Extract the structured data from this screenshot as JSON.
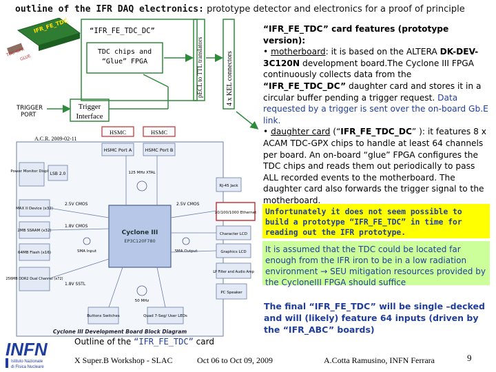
{
  "title": {
    "bold": "outline of the IFR DAQ electronics:",
    "rest": " prototype detector and electronics for a proof of principle"
  },
  "diagram": {
    "card_label": "“IFR_FE_TDC_DC”",
    "tdc_chips_line1": "TDC chips and",
    "tdc_chips_line2": "“Glue” FPGA",
    "ecl_ttl": "pECL to TTL translators",
    "kel": "4 x KEL connectors",
    "trigger_port_line1": "TRIGGER",
    "trigger_port_line2": "PORT",
    "trigger_if_line1": "Trigger",
    "trigger_if_line2": "Interface",
    "acr_date": "A.C.R. 2009-02-11",
    "hsmc_a": "HSMC",
    "hsmc_b": "HSMC",
    "hsmc_port_a": "HSMC Port A",
    "hsmc_port_b": "HSMC Port B",
    "power_monitor": "Power Monitor Display",
    "lsb": "LSB 2.0",
    "xtal": "125 MHz XTAL",
    "rj45": "RJ-45 Jack",
    "max2": "MAX II Device (x32)",
    "v25": "2.5V CMOS",
    "phy": "10/100/1000 Ethernet",
    "ssram": "2MB SSRAM (x32)",
    "v18": "1.8V CMOS",
    "cyclone": "Cyclone III",
    "cyclone_part": "EP3C120F780",
    "char_lcd": "Character LCD",
    "uflash": "64MB Flash (x16)",
    "sma_input": "SMA Input",
    "sma_output": "SMA Output",
    "ddr2": "256MB DDR2 Dual Channel (x72)",
    "v18sstl": "1.8V SSTL",
    "graphics_lcd": "Graphics LCD",
    "lpfilter": "LP Filter and Audio Amp",
    "pc_speaker": "PC Speaker",
    "mhz50": "50 MHz",
    "buttons": "Buttons Switches",
    "quad7seg": "Quad 7-Seg/ User LEDs",
    "diagram_title": "Cyclone III Development Board Block Diagram"
  },
  "features": {
    "heading": "“IFR_FE_TDC” card features (prototype version):",
    "mb_label": "motherboard",
    "mb_text_a": ": it is based on the ALTERA ",
    "mb_board": "DK-DEV-3C120N",
    "mb_text_b": " development board.The Cyclone III FPGA continuously collects data from the ",
    "mb_dc": "“IFR_FE_TDC_DC”",
    "mb_text_c": " daughter card and stores it in a circular buffer pending a trigger request. ",
    "mb_text_blue": "Data requested by a trigger is sent over the on-board Gb.E link.",
    "dc_label": "daughter card",
    "dc_text_a": " (“",
    "dc_name": "IFR_FE_TDC_DC",
    "dc_text_b": "” ): it features 8 x ACAM TDC-GPX chips to handle at least 64 channels per board. An on-board “glue” FPGA configures the TDC chips and reads them out periodically to pass ALL recorded events to the motherboard. The daughter card also forwards the trigger signal to the motherboard."
  },
  "yellow_box": "Unfortunately it does not seem possible to build a prototype “IFR_FE_TDC” in time for reading out the IFR prototype.",
  "green_box": "It is assumed that the TDC could be located far enough from the IFR iron to be in a low radiation environment → SEU mitigation resources provided by the CycloneIII FPGA should suffice",
  "final_text": "The final “IFR_FE_TDC” will be single –decked and will (likely) feature 64 inputs (driven by the “IFR_ABC” boards)",
  "caption": {
    "prefix": "Outline of the ",
    "name": "“IFR_FE_TDC”",
    "suffix": " card"
  },
  "logo": {
    "name": "INFN",
    "line1": "Istituto Nazionale",
    "line2": "di Fisica Nucleare"
  },
  "footer": {
    "workshop": "X Super.B Workshop - SLAC",
    "dates": "Oct 06 to Oct 09, 2009",
    "author": "A.Cotta Ramusino, INFN Ferrara",
    "page": "9"
  },
  "colors": {
    "blue_text": "#1f3d9c",
    "yellow": "#ffff00",
    "green": "#ccff99",
    "board_green": "#2e8b3a",
    "cyclone_fill": "#b7c7e8"
  }
}
